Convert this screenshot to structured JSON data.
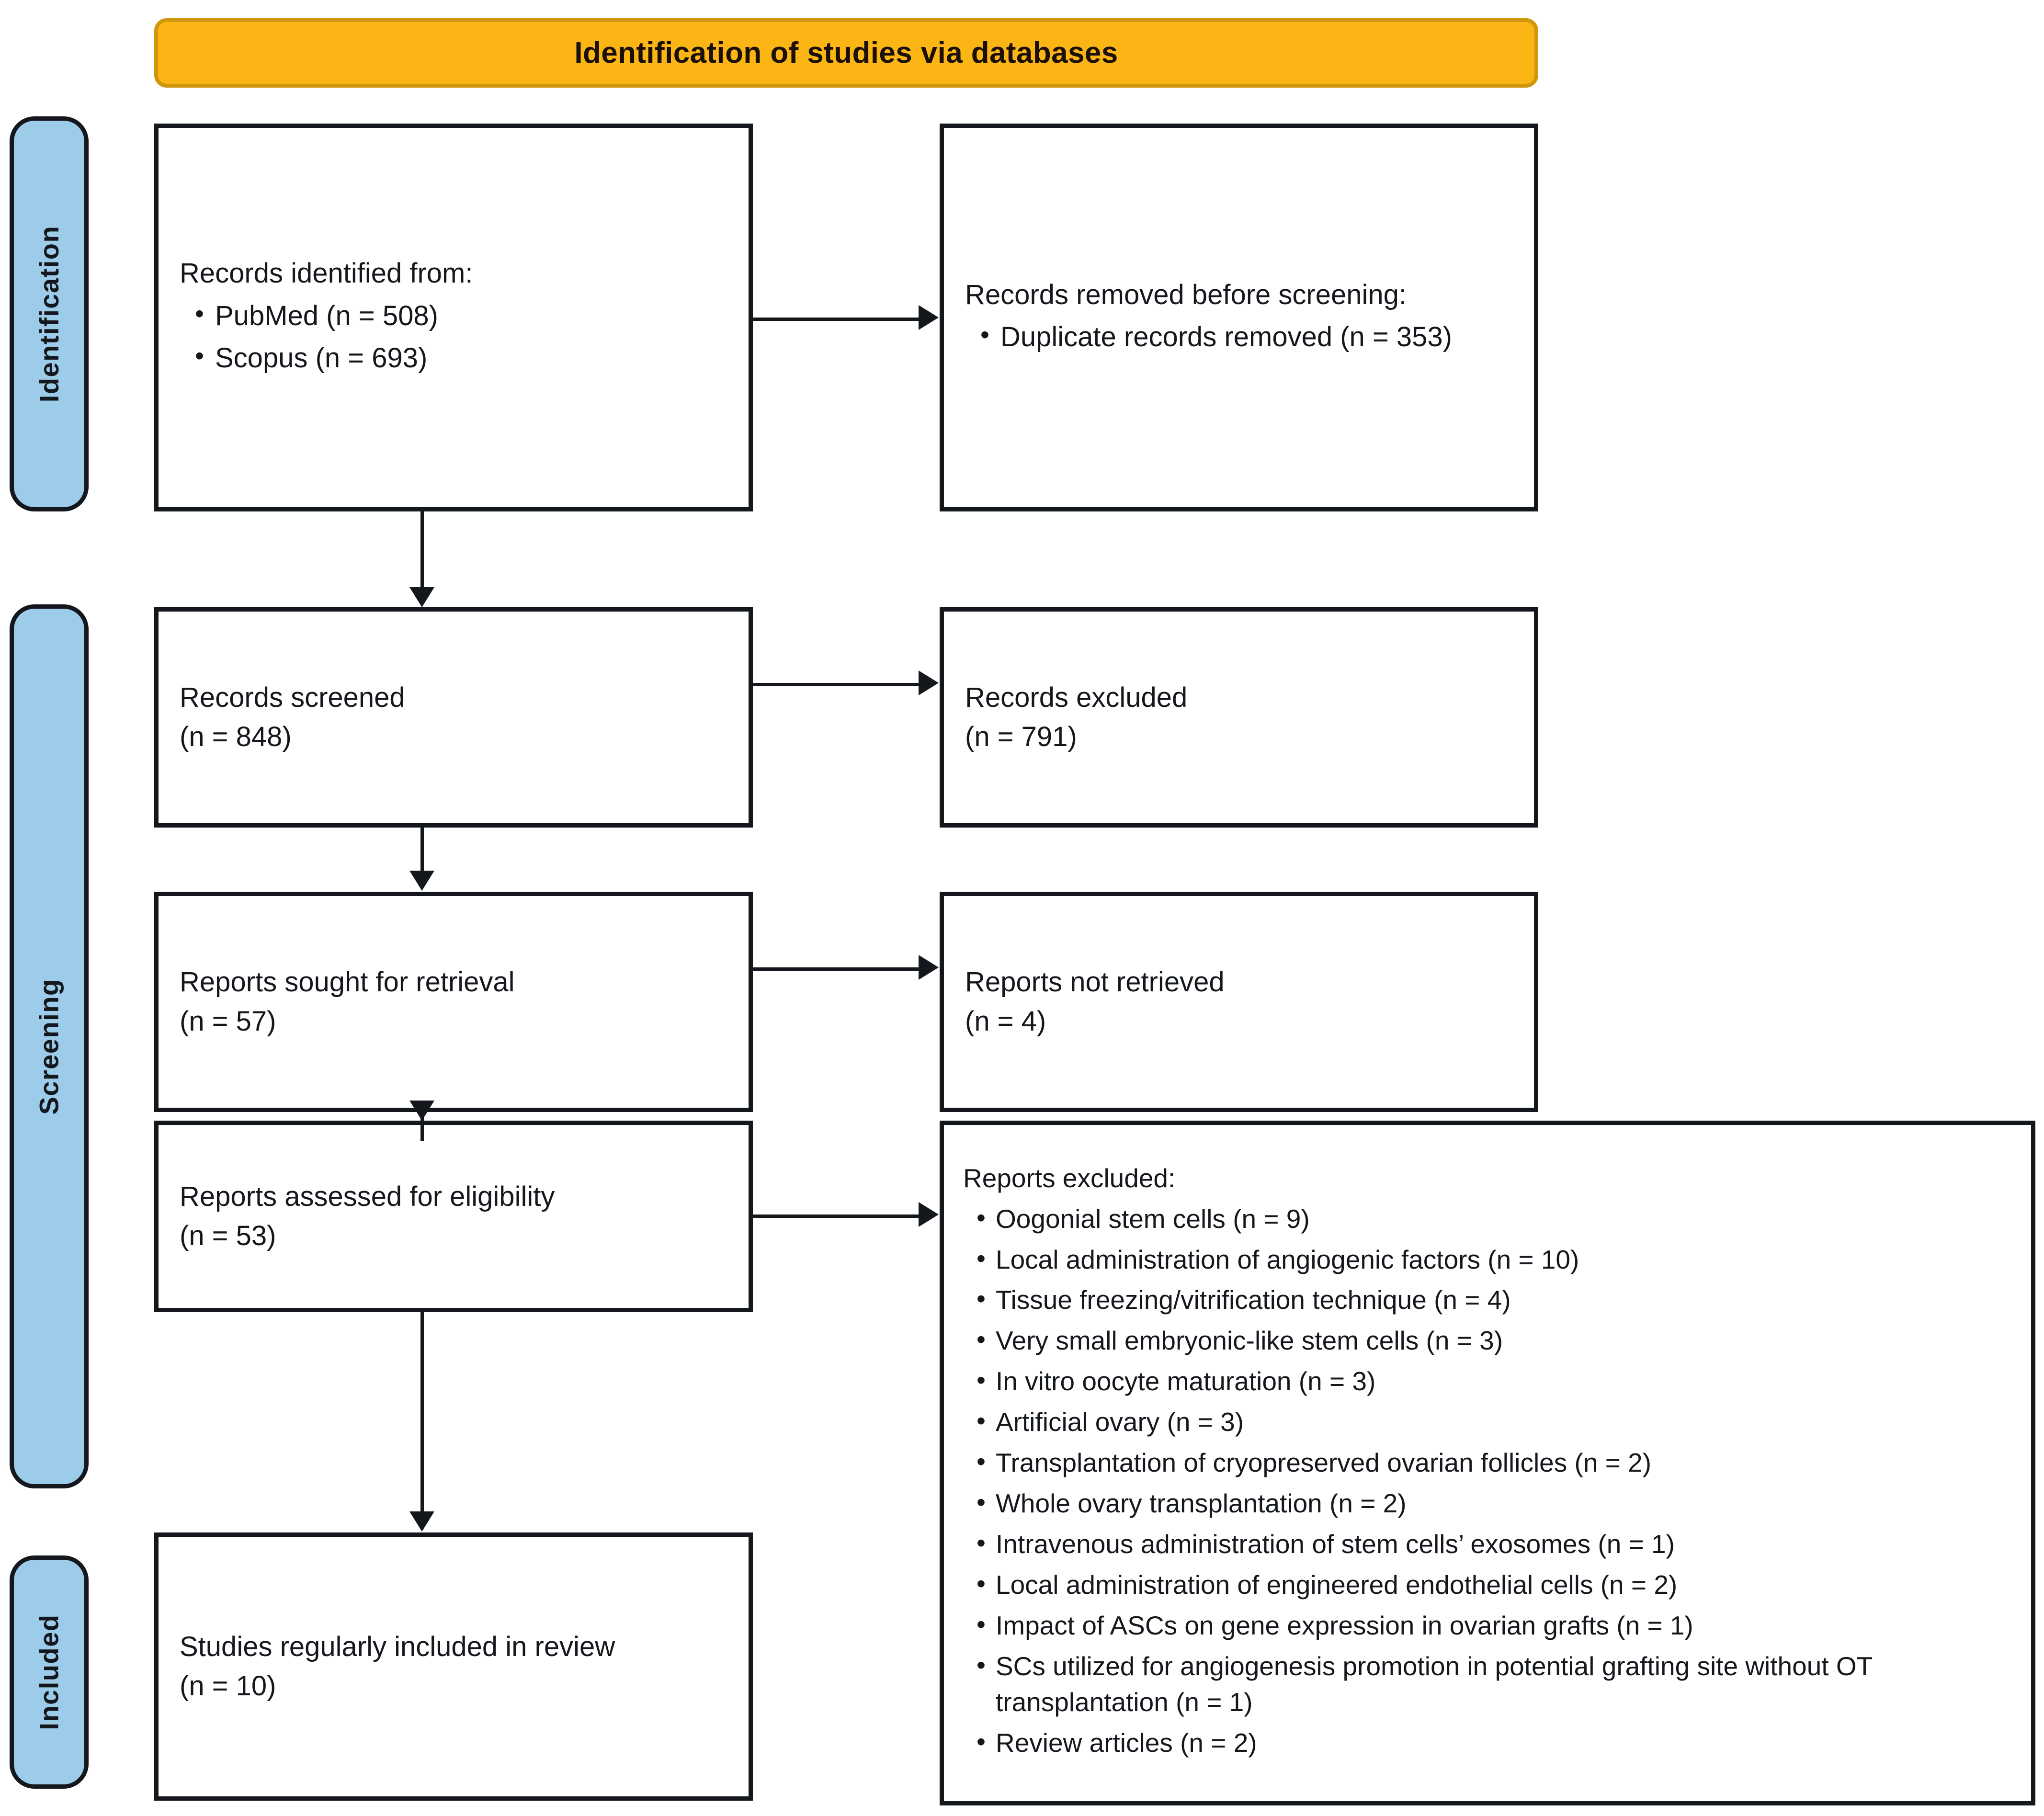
{
  "banner": {
    "title": "Identification of studies via databases"
  },
  "rails": [
    {
      "id": "identification",
      "label": "Identification"
    },
    {
      "id": "screening",
      "label": "Screening"
    },
    {
      "id": "included",
      "label": "Included"
    }
  ],
  "boxes": {
    "identified": {
      "heading": "Records identified from:",
      "items": [
        "PubMed (n = 508)",
        "Scopus (n = 693)"
      ]
    },
    "removed": {
      "heading": "Records removed before screening:",
      "items": [
        "Duplicate records removed (n = 353)"
      ]
    },
    "screened": {
      "line1": "Records screened",
      "line2": "(n = 848)"
    },
    "records_excluded": {
      "line1": "Records excluded",
      "line2": "(n = 791)"
    },
    "sought": {
      "line1": "Reports sought for retrieval",
      "line2": "(n = 57)"
    },
    "not_retrieved": {
      "line1": "Reports not retrieved",
      "line2": "(n = 4)"
    },
    "assessed": {
      "line1": "Reports assessed for eligibility",
      "line2": "(n = 53)"
    },
    "reports_excluded": {
      "heading": "Reports excluded:",
      "items": [
        "Oogonial stem cells (n = 9)",
        "Local administration of angiogenic factors (n = 10)",
        "Tissue freezing/vitrification technique (n = 4)",
        "Very small embryonic-like stem cells (n = 3)",
        "In vitro oocyte maturation (n = 3)",
        "Artificial ovary (n = 3)",
        "Transplantation of cryopreserved ovarian follicles (n = 2)",
        "Whole ovary transplantation (n = 2)",
        "Intravenous administration of stem cells’ exosomes (n = 1)",
        "Local administration of engineered endothelial cells (n = 2)",
        "Impact of ASCs on gene expression in ovarian grafts (n = 1)",
        "SCs utilized for angiogenesis promotion in potential grafting site without OT transplantation (n = 1)",
        "Review articles (n = 2)"
      ]
    },
    "included": {
      "line1": "Studies regularly included in review",
      "line2": "(n = 10)"
    }
  },
  "colors": {
    "banner_fill": "#FBB515",
    "banner_border": "#D1960C",
    "rail_fill": "#9DCBEA",
    "line": "#14181d"
  }
}
